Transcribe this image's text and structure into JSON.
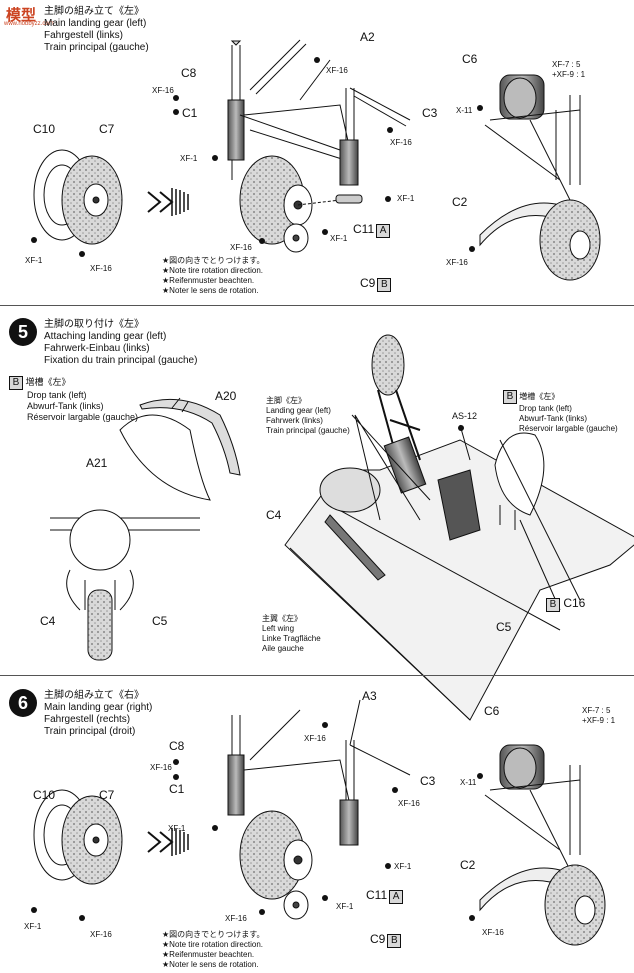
{
  "watermark": {
    "text": "模型",
    "sub": "www.hobbyzz.com"
  },
  "step4": {
    "title_jp": "主脚の組み立て《左》",
    "title_en": "Main landing gear (left)",
    "title_de": "Fahrgestell (links)",
    "title_fr": "Train principal (gauche)",
    "labels": {
      "a2": "A2",
      "c8": "C8",
      "xf16_top": "XF-16",
      "xf16_a": "XF-16",
      "c1": "C1",
      "c3": "C3",
      "xf16_b": "XF-16",
      "c10": "C10",
      "c7": "C7",
      "xf1_a": "XF-1",
      "xf16_c": "XF-16",
      "xf1_b": "XF-1",
      "xf1_c": "XF-1",
      "xf1_d": "XF-1",
      "c11": "C11",
      "c11_box": "A",
      "xf16_d": "XF-16",
      "c9": "C9",
      "c9_box": "B",
      "c6": "C6",
      "mix1": "XF-7 : 5",
      "mix2": "+XF-9 : 1",
      "x11": "X-11",
      "c2": "C2",
      "xf16_e": "XF-16"
    },
    "note": [
      "★図の向きでとりつけます。",
      "★Note tire rotation direction.",
      "★Reifenmuster beachten.",
      "★Noter le sens de rotation."
    ]
  },
  "step5": {
    "number": "5",
    "title_jp": "主脚の取り付け《左》",
    "title_en": "Attaching landing gear (left)",
    "title_de": "Fahrwerk-Einbau (links)",
    "title_fr": "Fixation du train principal (gauche)",
    "tank_left": {
      "box": "B",
      "jp": "増槽《左》",
      "en": "Drop tank (left)",
      "de": "Abwurf-Tank (links)",
      "fr": "Réservoir largable (gauche)"
    },
    "tank_right": {
      "box": "B",
      "jp": "増槽《左》",
      "en": "Drop tank (left)",
      "de": "Abwurf-Tank (links)",
      "fr": "Réservoir largable (gauche)"
    },
    "gear_label": {
      "jp": "主脚《左》",
      "en": "Landing gear (left)",
      "de": "Fahrwerk (links)",
      "fr": "Train principal (gauche)"
    },
    "wing_label": {
      "jp": "主翼《左》",
      "en": "Left wing",
      "de": "Linke Tragfläche",
      "fr": "Aile gauche"
    },
    "labels": {
      "a20": "A20",
      "a21": "A21",
      "c4": "C4",
      "c5": "C5",
      "c4b": "C4",
      "c5b": "C5",
      "as12": "AS-12",
      "c16": "C16",
      "c16_box": "B"
    }
  },
  "step6": {
    "number": "6",
    "title_jp": "主脚の組み立て《右》",
    "title_en": "Main landing gear (right)",
    "title_de": "Fahrgestell (rechts)",
    "title_fr": "Train principal (droit)",
    "labels": {
      "a3": "A3",
      "c8": "C8",
      "xf16_a": "XF-16",
      "xf16_b": "XF-16",
      "c1": "C1",
      "c3": "C3",
      "xf16_c": "XF-16",
      "c10": "C10",
      "c7": "C7",
      "xf1_a": "XF-1",
      "xf16_d": "XF-16",
      "xf1_b": "XF-1",
      "xf1_c": "XF-1",
      "c11": "C11",
      "c11_box": "A",
      "xf16_e": "XF-16",
      "c9": "C9",
      "c9_box": "B",
      "c6": "C6",
      "mix1": "XF-7 : 5",
      "mix2": "+XF-9 : 1",
      "x11": "X-11",
      "c2": "C2",
      "xf16_f": "XF-16"
    },
    "note": [
      "★図の向きでとりつけます。",
      "★Note tire rotation direction.",
      "★Reifenmuster beachten.",
      "★Noter le sens de rotation."
    ]
  }
}
